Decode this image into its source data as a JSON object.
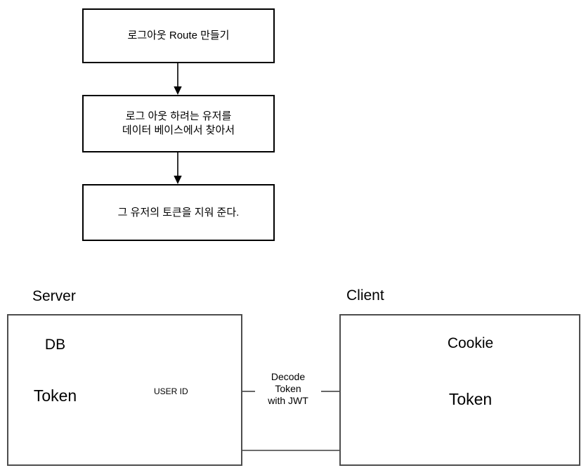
{
  "flowchart": {
    "step1": {
      "line1": "로그아웃 Route 만들기"
    },
    "step2": {
      "line1": "로그 아웃 하려는 유저를",
      "line2": "데이터 베이스에서 찾아서"
    },
    "step3": {
      "line1": "그 유저의 토큰을 지워 준다."
    }
  },
  "server": {
    "title": "Server",
    "db_label": "DB",
    "cylinder_label": "Token",
    "user_id_label": "USER ID"
  },
  "client": {
    "title": "Client",
    "cookie_label": "Cookie",
    "cylinder_label": "Token"
  },
  "decode_arrow_label": {
    "line1": "Decode",
    "line2": "Token",
    "line3": "with JWT"
  },
  "colors": {
    "background": "#ffffff",
    "flow_box_border": "#000000",
    "container_border": "#4d4d4d",
    "connector_line": "#595959",
    "arrow_fill": "#000000"
  }
}
